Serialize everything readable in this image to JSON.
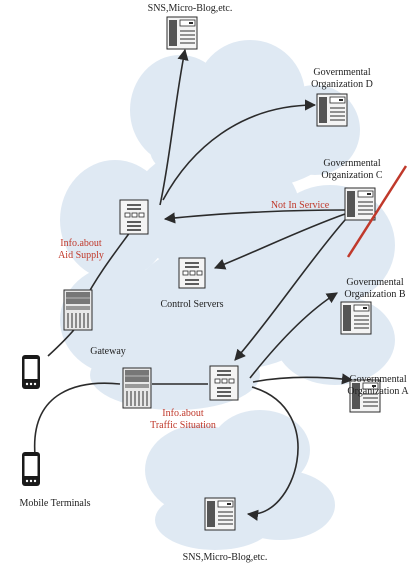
{
  "labels": {
    "sns_top": "SNS,Micro-Blog,etc.",
    "sns_bottom": "SNS,Micro-Blog,etc.",
    "org_d_1": "Governmental",
    "org_d_2": "Organization D",
    "org_c_1": "Governmental",
    "org_c_2": "Organization C",
    "org_b_1": "Governmental",
    "org_b_2": "Organization B",
    "org_a_1": "Governmental",
    "org_a_2": "Organization A",
    "not_in_service": "Not In Service",
    "aid_1": "Info.about",
    "aid_2": "Aid Supply",
    "control_servers": "Control Servers",
    "gateway": "Gateway",
    "traffic_1": "Info.about",
    "traffic_2": "Traffic Situation",
    "mobile_terminals": "Mobile Terminals"
  },
  "colors": {
    "cloud": "#dfe9f3",
    "red_label": "#c0392b",
    "stroke": "#2b2b2b"
  },
  "icons": {
    "server": "server-icon",
    "router": "router-icon",
    "gateway": "gateway-icon",
    "phone": "mobile-phone-icon",
    "control": "control-server-icon"
  }
}
